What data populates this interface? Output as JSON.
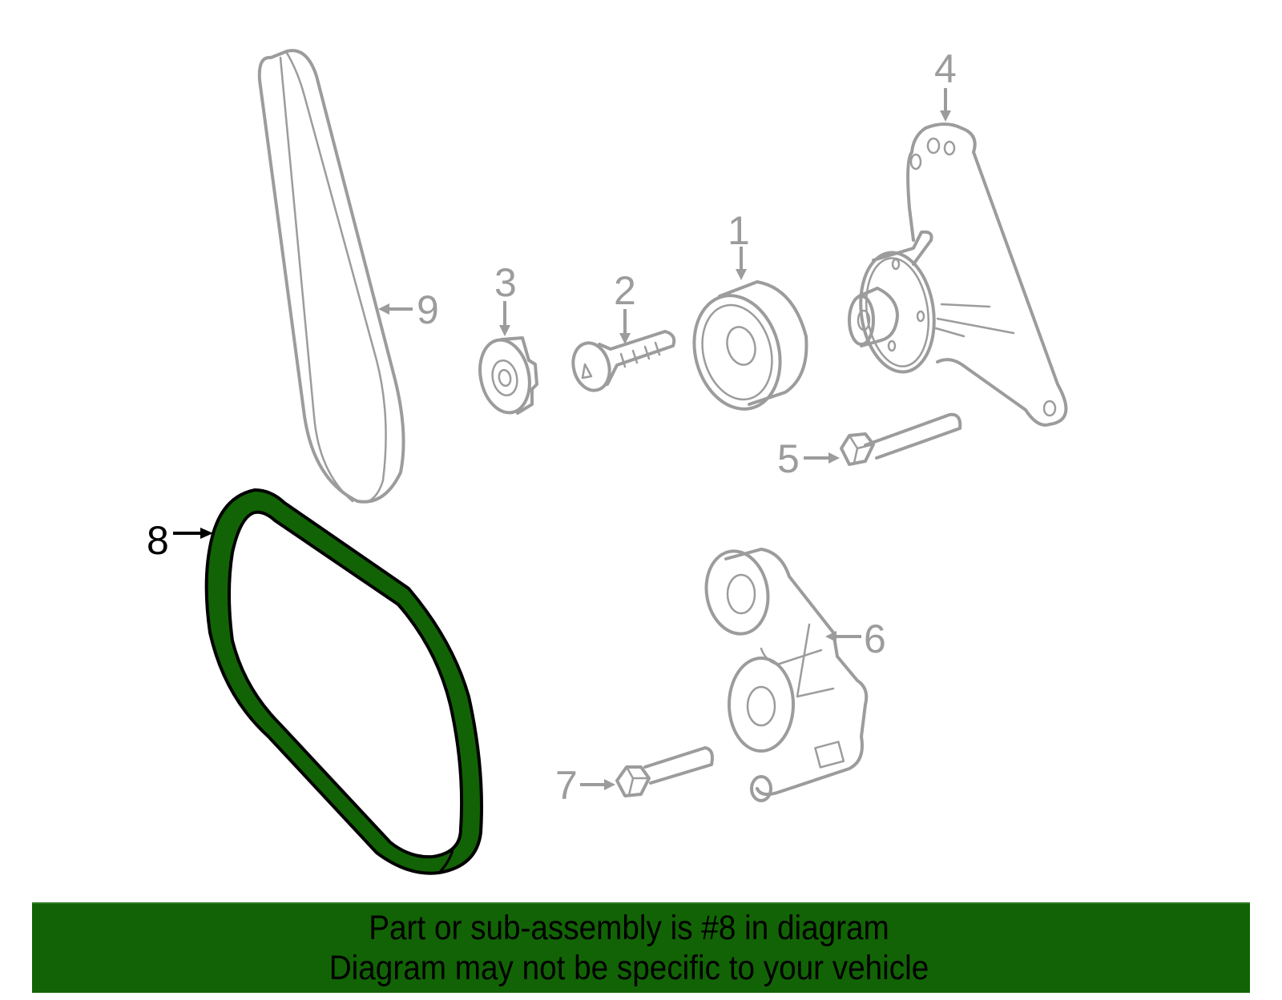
{
  "diagram": {
    "highlighted_part": "8",
    "colors": {
      "highlight_fill": "#126305",
      "highlight_outline": "#000000",
      "part_outline": "#9c9c9c",
      "banner_background": "#126305",
      "background": "#ffffff"
    },
    "callouts": [
      {
        "number": "1",
        "part": "idler-pulley"
      },
      {
        "number": "2",
        "part": "pulley-bolt"
      },
      {
        "number": "3",
        "part": "pulley-cover"
      },
      {
        "number": "4",
        "part": "mounting-bracket"
      },
      {
        "number": "5",
        "part": "bracket-bolt"
      },
      {
        "number": "6",
        "part": "belt-tensioner"
      },
      {
        "number": "7",
        "part": "tensioner-bolt"
      },
      {
        "number": "8",
        "part": "serpentine-belt-highlighted"
      },
      {
        "number": "9",
        "part": "secondary-belt"
      }
    ]
  },
  "banner": {
    "line1": "Part or sub-assembly is #8 in diagram",
    "line2": "Diagram may not be specific to your vehicle"
  }
}
